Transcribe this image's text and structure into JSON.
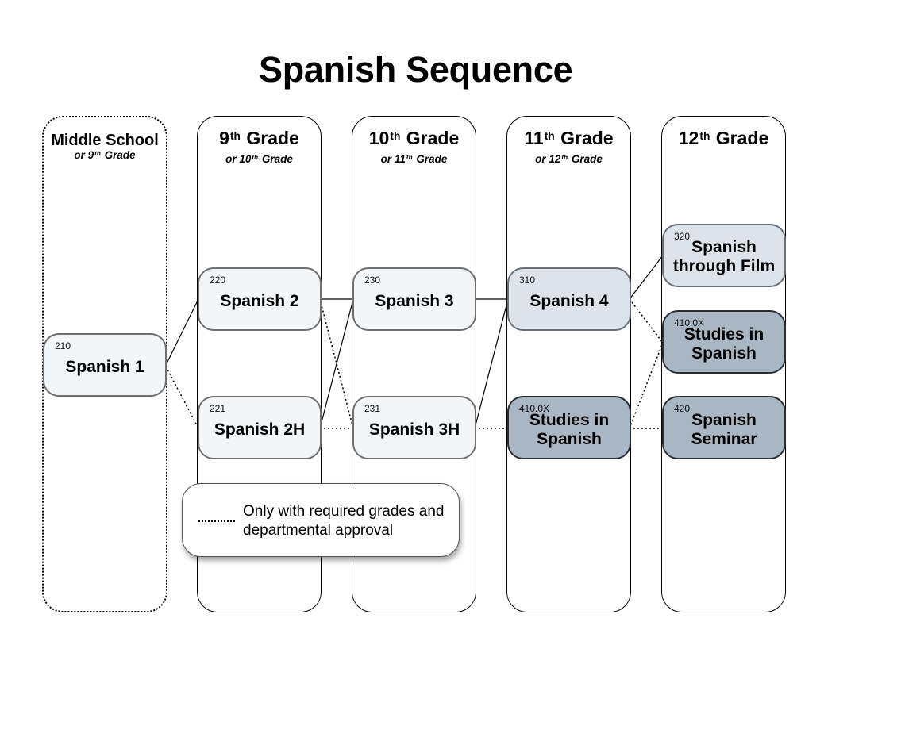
{
  "title": "Spanish Sequence",
  "columns": {
    "middle": {
      "title": "Middle School",
      "sub_prefix": "or 9",
      "sub_sup": "th",
      "sub_suffix": " Grade"
    },
    "g9": {
      "num": "9",
      "sup": "th",
      "word": " Grade",
      "sub_prefix": "or 10",
      "sub_sup": "th",
      "sub_suffix": " Grade"
    },
    "g10": {
      "num": "10",
      "sup": "th",
      "word": " Grade",
      "sub_prefix": "or 11",
      "sub_sup": "th",
      "sub_suffix": " Grade"
    },
    "g11": {
      "num": "11",
      "sup": "th",
      "word": " Grade",
      "sub_prefix": "or 12",
      "sub_sup": "th",
      "sub_suffix": " Grade"
    },
    "g12": {
      "num": "12",
      "sup": "th",
      "word": " Grade"
    }
  },
  "courses": {
    "s1": {
      "code": "210",
      "name": "Spanish 1"
    },
    "s2": {
      "code": "220",
      "name": "Spanish 2"
    },
    "s2h": {
      "code": "221",
      "name": "Spanish 2H"
    },
    "s3": {
      "code": "230",
      "name": "Spanish 3"
    },
    "s3h": {
      "code": "231",
      "name": "Spanish 3H"
    },
    "s4": {
      "code": "310",
      "name": "Spanish 4"
    },
    "studies11": {
      "code": "410.0X",
      "name": "Studies in Spanish"
    },
    "film": {
      "code": "320",
      "name": "Spanish through Film"
    },
    "studies12": {
      "code": "410.0X",
      "name": "Studies in Spanish"
    },
    "seminar": {
      "code": "420",
      "name": "Spanish Seminar"
    }
  },
  "legend": {
    "text": "Only with required grades and departmental approval"
  },
  "colors": {
    "light": "#f3f6f8",
    "mid": "#dde3ea",
    "dark": "#a9b6c4",
    "border": "#6f6f6f"
  }
}
